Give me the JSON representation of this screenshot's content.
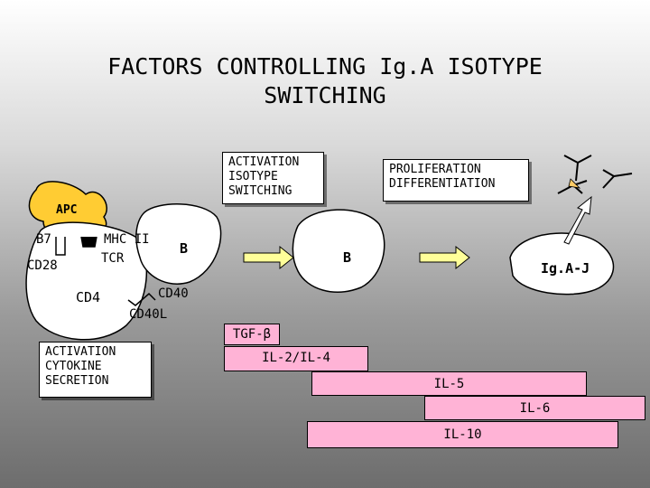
{
  "title": {
    "line1": "FACTORS CONTROLLING Ig.A ISOTYPE",
    "line2": "SWITCHING"
  },
  "boxes": {
    "activation_isotype": [
      "ACTIVATION",
      "ISOTYPE",
      "SWITCHING"
    ],
    "proliferation": [
      "PROLIFERATION",
      "DIFFERENTIATION"
    ],
    "activation_cytokine": [
      "ACTIVATION",
      "CYTOKINE",
      "SECRETION"
    ]
  },
  "cells": {
    "apc": "APC",
    "cd4": "CD4",
    "b1": "B",
    "b2": "B",
    "iga": "Ig.A-J"
  },
  "molecules": {
    "b7": "B7",
    "cd28": "CD28",
    "mhc": "MHC II",
    "tcr": "TCR",
    "cd40": "CD40",
    "cd40l": "CD40L"
  },
  "cytokines": [
    {
      "label": "TGF-β"
    },
    {
      "label": "IL-2/IL-4"
    },
    {
      "label": "IL-5"
    },
    {
      "label": "IL-6"
    },
    {
      "label": "IL-10"
    }
  ],
  "colors": {
    "bar": "#ffb3d6",
    "apc": "#ffcc33",
    "arrow_fill": "#ffff99"
  }
}
